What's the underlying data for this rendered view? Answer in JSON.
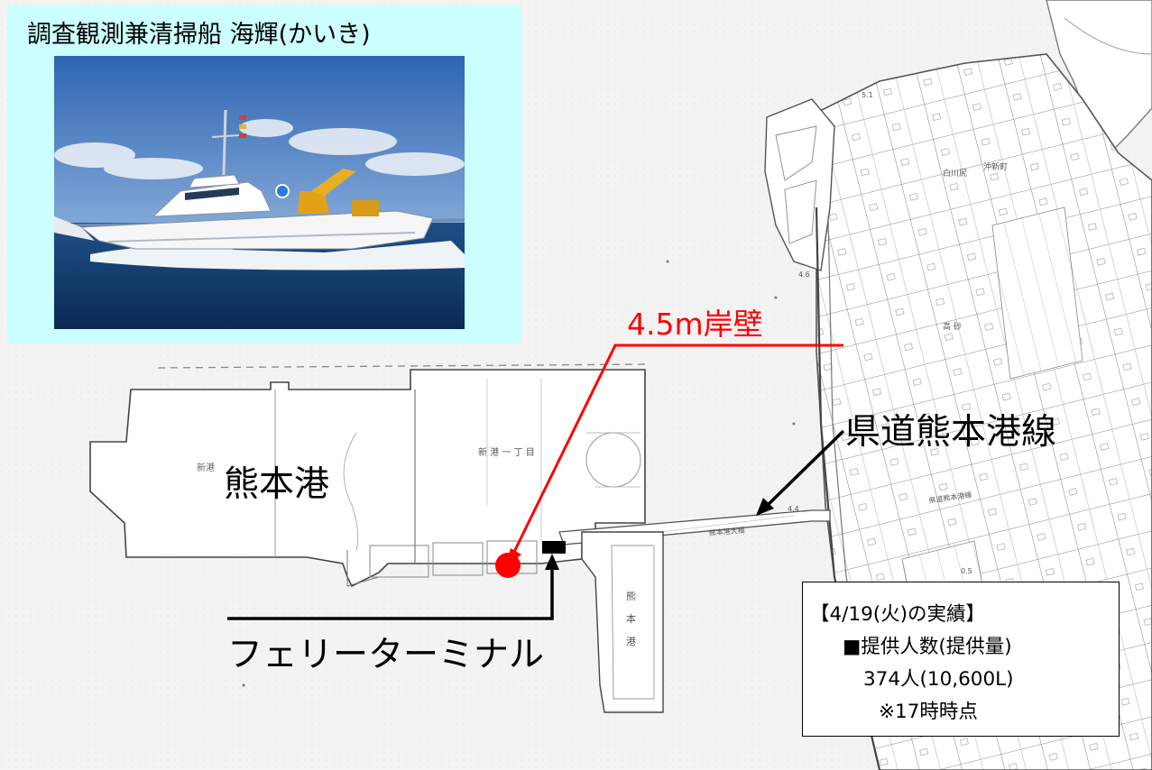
{
  "photo_panel": {
    "title": "調査観測兼清掃船 海輝(かいき)",
    "image": "ship-photo"
  },
  "map": {
    "base": "grey-topographic-map",
    "port_label": "熊本港",
    "ferry_terminal_label": "フェリーターミナル",
    "berth_label": "4.5m岸壁",
    "road_label": "県道熊本港線",
    "small_labels": {
      "shinko": "新港",
      "shinko_1chome": "新 港 一 丁 目",
      "kumamotoko": "熊本港",
      "ohashi": "熊本港大橋",
      "okishinmachi": "沖新町",
      "shirakawa": "白川尻",
      "takamiya": "高 砂",
      "road_small": "県道熊本港線",
      "spot_a": "4.4",
      "spot_b": "4.6",
      "spot_c": "5.1",
      "spot_d": "0.5"
    },
    "colors": {
      "berth": "#ff0000",
      "panel": "#ccffff",
      "terminal": "#000000"
    }
  },
  "info_box": {
    "title": "【4/19(火)の実績】",
    "line1": "■提供人数(提供量)",
    "line2": "374人(10,600L)",
    "line3": "※17時時点"
  }
}
